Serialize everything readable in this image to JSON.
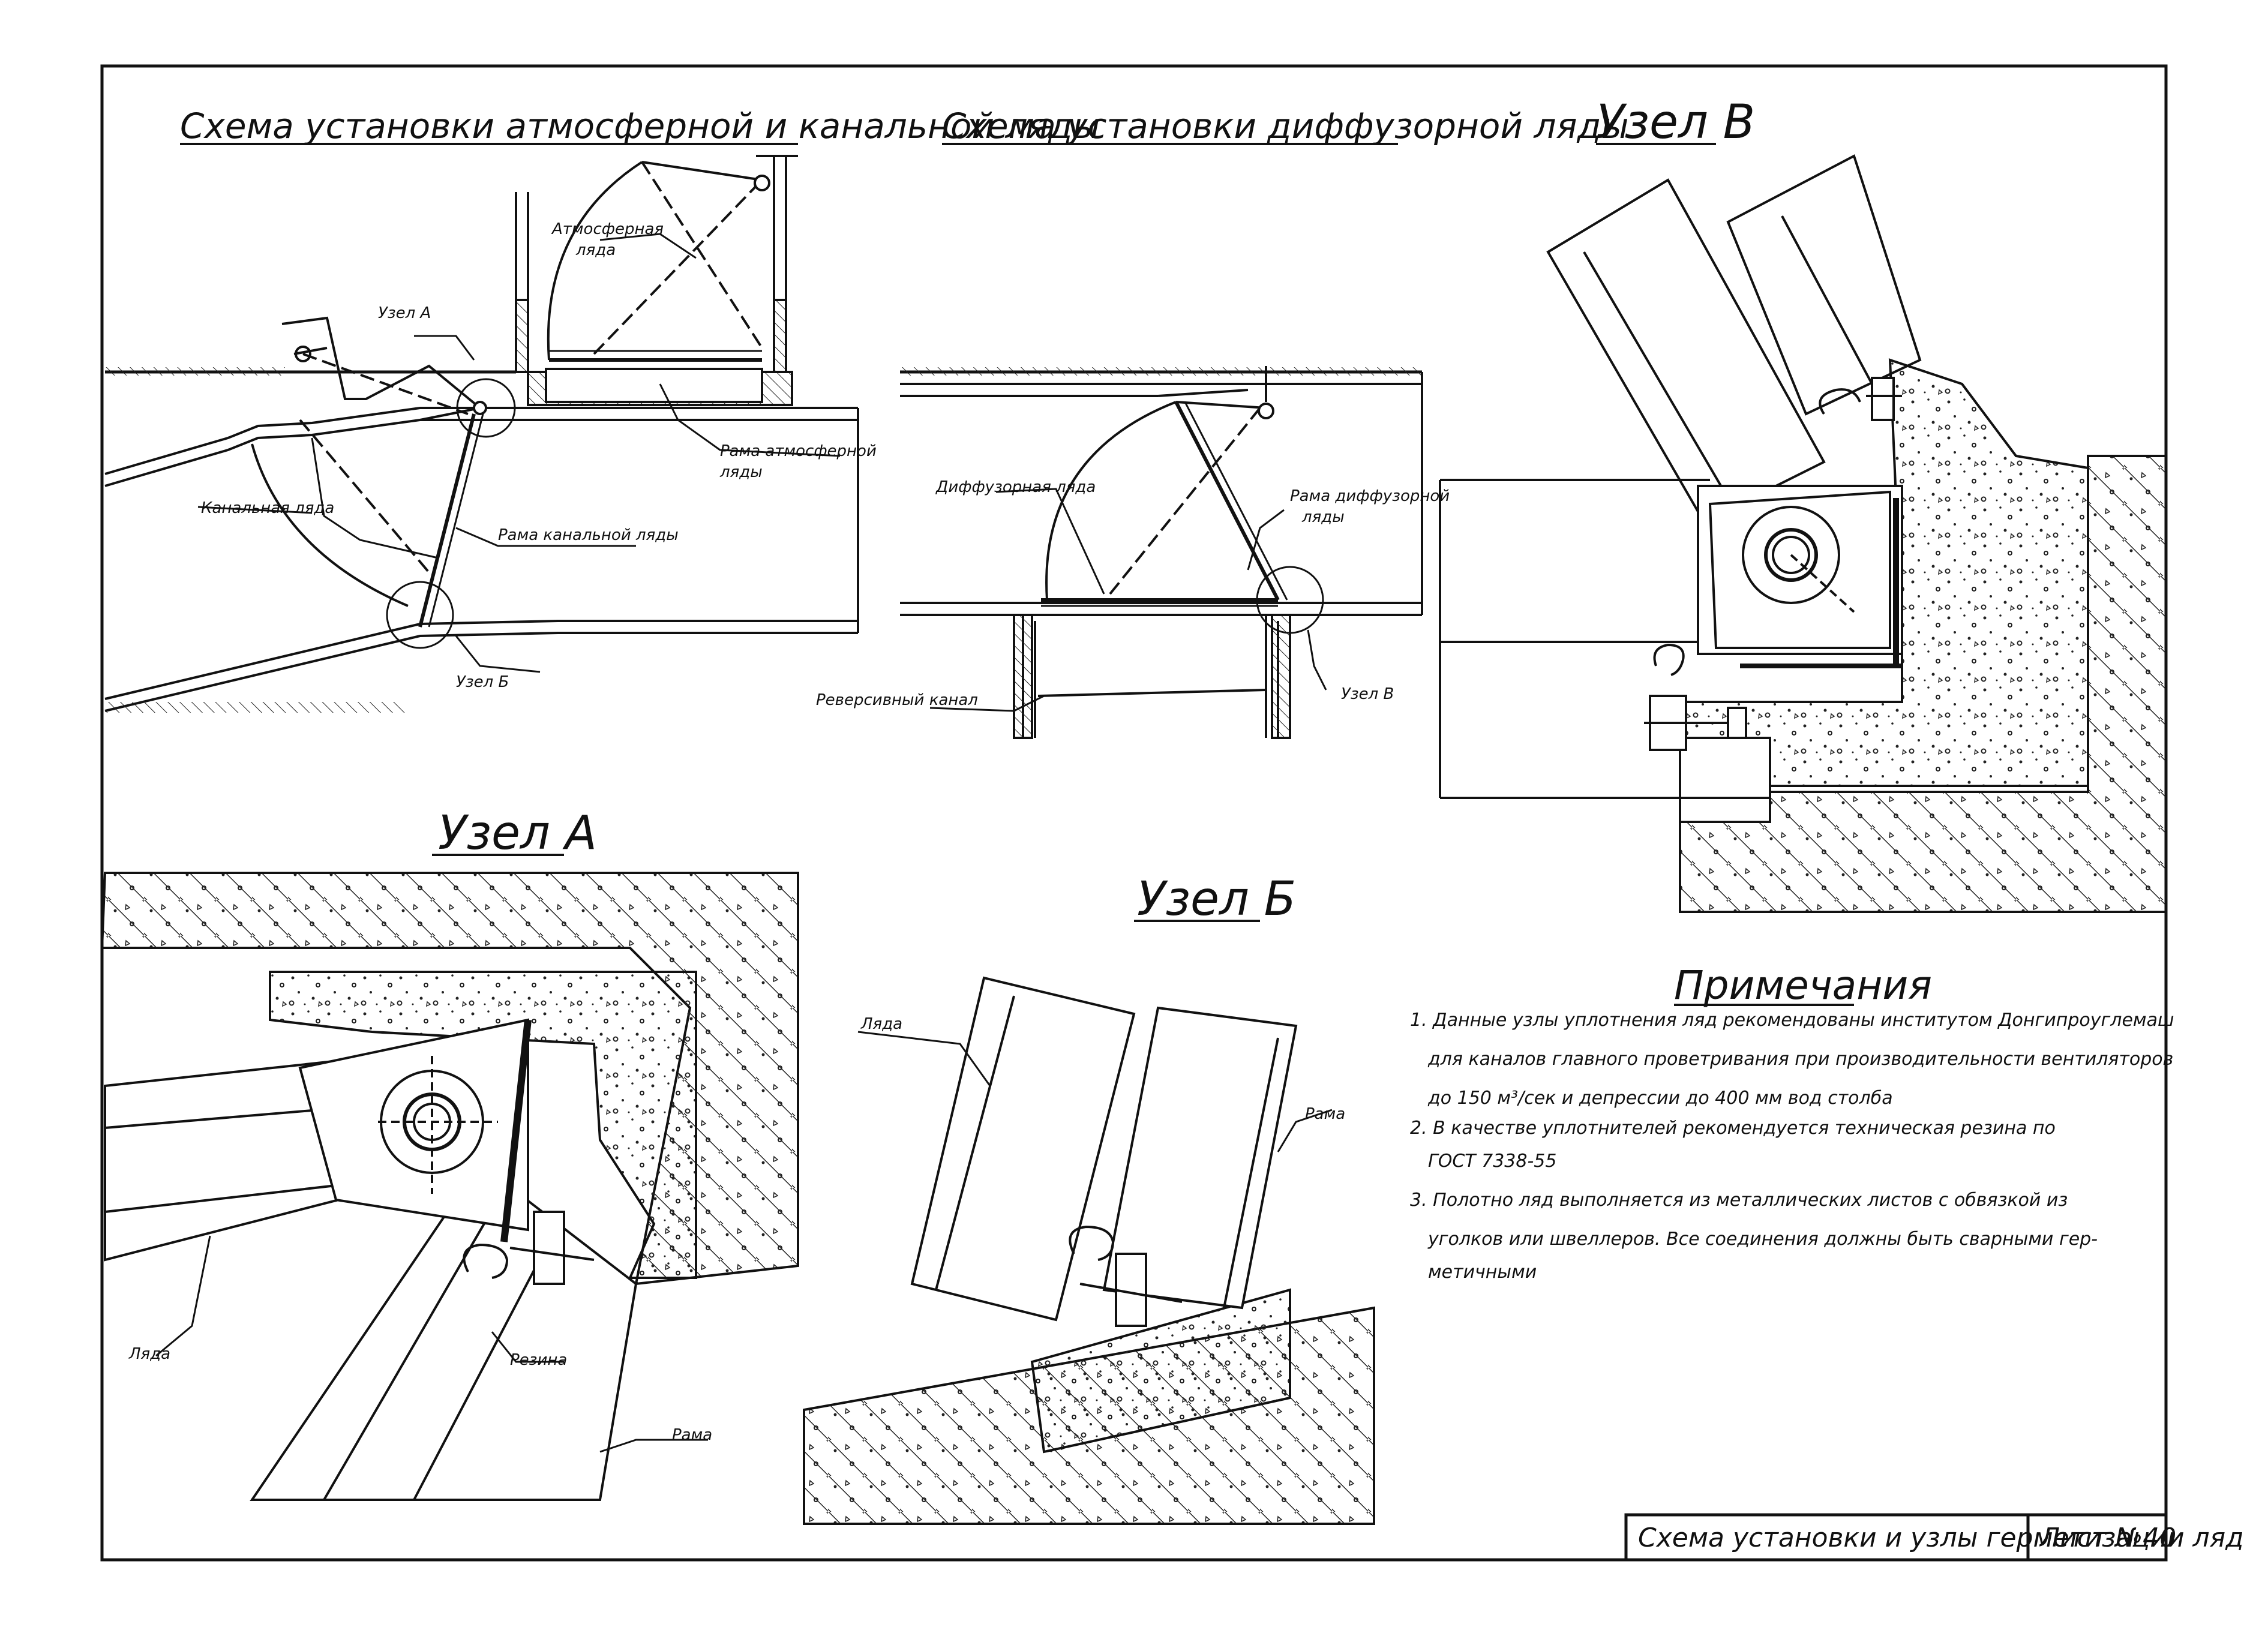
{
  "titles": {
    "scheme_atm_channel": "Схема установки атмосферной и канальной ляды",
    "scheme_diffuser": "Схема установки диффузорной ляды",
    "uzel_v": "Узел В",
    "uzel_a": "Узел А",
    "uzel_b": "Узел Б"
  },
  "labels": {
    "uzel_a_ref": "Узел А",
    "uzel_b_ref": "Узел Б",
    "uzel_v_ref": "Узел В",
    "atm_lyada_1": "Атмосферная",
    "atm_lyada_2": "ляда",
    "frame_atm_1": "Рама атмосферной",
    "frame_atm_2": "ляды",
    "channel_lyada": "Канальная ляда",
    "frame_channel": "Рама канальной ляды",
    "diffuser_lyada": "Диффузорная ляда",
    "frame_diff_1": "Рама диффузорной",
    "frame_diff_2": "ляды",
    "reverse_channel": "Реверсивный канал",
    "a_lyada": "Ляда",
    "a_rubber": "Резина",
    "a_frame": "Рама",
    "b_lyada": "Ляда",
    "b_frame": "Рама"
  },
  "notes": {
    "title": "Примечания",
    "lines": [
      "1. Данные узлы уплотнения ляд рекомендованы институтом Донгипроуглемаш",
      "для каналов главного проветривания при производительности вентиляторов",
      "до 150 м³/сек и депрессии до 400 мм вод столба",
      "2. В качестве уплотнителей рекомендуется техническая резина по",
      "ГОСТ 7338-55",
      "3. Полотно ляд выполняется из металлических листов с обвязкой из",
      "уголков или швеллеров. Все соединения должны быть сварными гер-",
      "метичными"
    ]
  },
  "stamp": {
    "title": "Схема установки и узлы герметизации ляд",
    "sheet": "Лист №40"
  }
}
